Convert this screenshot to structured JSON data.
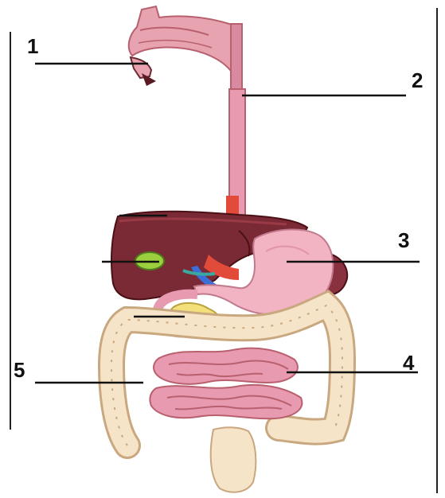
{
  "labels": {
    "one": "1",
    "two": "2",
    "three": "3",
    "four": "4",
    "five": "5"
  },
  "colors": {
    "flesh": "#e7a3b0",
    "flesh_dark": "#b9606f",
    "liver": "#7a2a34",
    "liver_dark": "#5a1a22",
    "stomach": "#f2b3c3",
    "intestine": "#e79ab0",
    "colon": "#f5e4c7",
    "gallbladder": "#9ccf3e",
    "pancreas": "#f4e07a",
    "vessel_red": "#e24a3a",
    "vessel_blue": "#3a6fd8",
    "leader_line": "#111111"
  }
}
